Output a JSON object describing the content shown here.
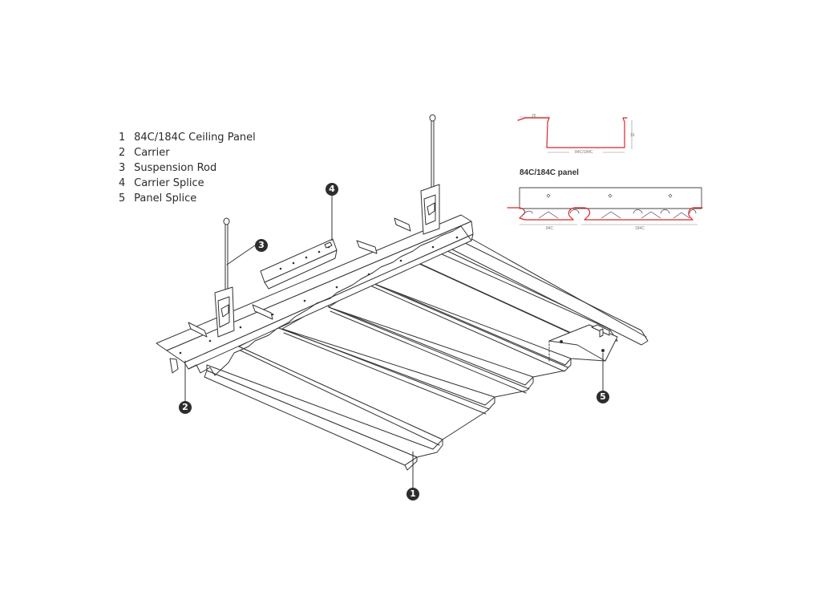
{
  "legend": {
    "items": [
      {
        "num": "1",
        "label": "84C/184C Ceiling Panel"
      },
      {
        "num": "2",
        "label": "Carrier"
      },
      {
        "num": "3",
        "label": "Suspension Rod"
      },
      {
        "num": "4",
        "label": "Carrier Splice"
      },
      {
        "num": "5",
        "label": "Panel Splice"
      }
    ]
  },
  "profile": {
    "title": "84C/184C panel",
    "dim_width": "25",
    "dim_height": "16",
    "dim_single": "84C/184C",
    "dim_84c": "84C",
    "dim_184c": "184C"
  },
  "callouts": [
    "1",
    "2",
    "3",
    "4",
    "5"
  ],
  "colors": {
    "line": "#333333",
    "accent": "#d9262b",
    "callout_fill": "#2d2d2d"
  }
}
